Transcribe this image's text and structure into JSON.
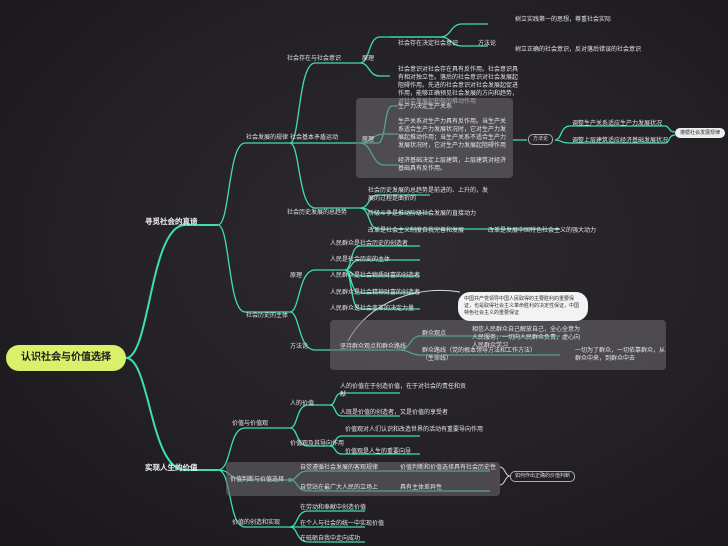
{
  "root": "认识社会与价值选择",
  "b1": {
    "title": "寻觅社会的真谛",
    "s1": {
      "title": "社会发展的规律",
      "c1": {
        "title": "社会存在与社会意识",
        "yuanli": "原理",
        "n1": "社会存在决定社会意识",
        "ff": "方法论",
        "f1": "树立实践第一的思想，尊重社会实际",
        "f2": "树立正确的社会意识，反对落后错误的社会意识",
        "n2": "社会意识对社会存在具有反作用。社会意识具有相对独立性。落后的社会意识对社会发展起阻碍作用。先进的社会意识对社会发展起促进作用，能够正确预见社会发展的方向和趋势，对社会发展起积极的推动作用"
      },
      "c2": {
        "title": "社会基本矛盾运动",
        "yuanli": "原理",
        "n1": "生产力决定生产关系",
        "n2": "生产关系对生产力具有反作用。当生产关系适合生产力发展状况时，它对生产力发展起推动作用；当生产关系不适合生产力发展状况时，它对生产力发展起阻碍作用",
        "n3": "经济基础决定上层建筑，上层建筑对经济基础具有反作用。",
        "ff": "方法论",
        "m1": "调整生产关系适应生产力发展状况",
        "m2": "调整上层建筑适应经济基础发展状况",
        "result": "遵循社会发展规律"
      },
      "c3": {
        "title": "社会历史发展的总趋势",
        "n1": "社会历史发展的总趋势是前进的、上升的，发展的过程是曲折的",
        "n2": "阶级斗争是推动阶级社会发展的直接动力",
        "n3": "改革是社会主义制度自我完善和发展",
        "n3b": "改革是发展中国特色社会主义的强大动力"
      }
    },
    "s2": {
      "title": "社会历史的主体",
      "yuanli": "原理",
      "r1": "人民群众是社会历史的创造者",
      "r2": "人民是社会历史的主体",
      "r3": "人民群众是社会物质财富的创造者",
      "r4": "人民群众是社会精神财富的创造者",
      "r5": "人民群众是社会变革的决定力量",
      "ff": "方法论",
      "qz": "坚持群众观点和群众路线",
      "bubble": "中国共产党领导中国人民取得的主要胜利的重要保证，也是取得社会主义革命胜利的决定性保证，中国特色社会主义的重要保证",
      "gd": "群众观点",
      "gd_t": "相信人民群众自己解放自己，全心全意为人民服务，一切向人民群众负责，虚心向人民群众学习",
      "lx": "群众路线（党的根本领导方法和工作方法）（生命线）",
      "lx_t": "一切为了群众，一切依靠群众，从群众中来，到群众中去"
    }
  },
  "b2": {
    "title": "实现人生的价值",
    "s1": {
      "title": "价值与价值观",
      "rj": "人的价值",
      "rj1": "人的价值在于创造价值，在于对社会的责任和贡献",
      "rj2": "人既是价值的创造者，又是价值的享受者",
      "jz": "价值观及其导向作用",
      "jz1": "价值观对人们认识和改造世界的活动有重要导向作用",
      "jz2": "价值观是人生的重要向导"
    },
    "s2": {
      "title": "价值判断与价值选择",
      "a1": "自觉遵循社会发展的客观规律",
      "a1b": "价值判断和价值选择具有社会历史性",
      "a2": "自觉站在最广大人民的立场上",
      "a2b": "具有主体差异性",
      "tag": "如何作出正确的价值判断"
    },
    "s3": {
      "title": "价值的创造和实现",
      "p1": "在劳动和奉献中创造价值",
      "p2": "在个人与社会的统一中实现价值",
      "p3": "在砥砺自我中走向成功"
    }
  }
}
